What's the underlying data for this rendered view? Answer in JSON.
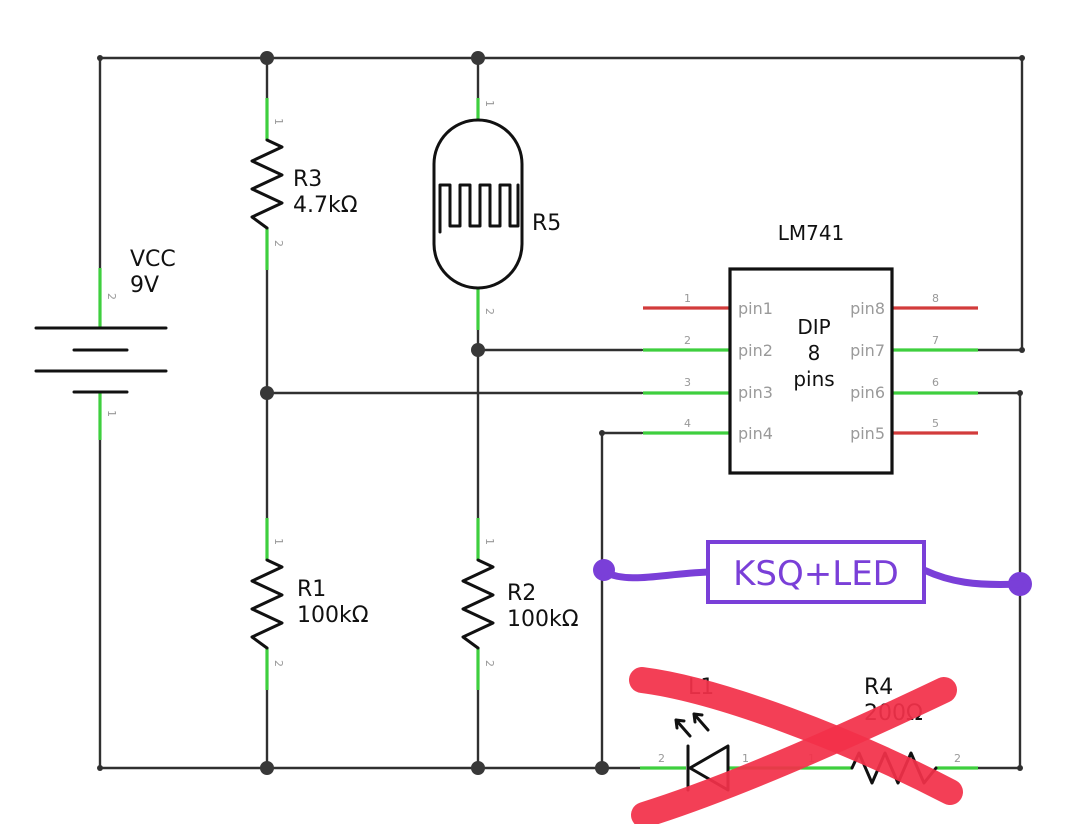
{
  "components": {
    "vcc": {
      "name": "VCC",
      "value": "9V",
      "pin_top": "2",
      "pin_bottom": "1"
    },
    "r3": {
      "name": "R3",
      "value": "4.7kΩ",
      "pin_top": "1",
      "pin_bottom": "2"
    },
    "r5": {
      "name": "R5",
      "pin_top": "1",
      "pin_bottom": "2"
    },
    "r1": {
      "name": "R1",
      "value": "100kΩ",
      "pin_top": "1",
      "pin_bottom": "2"
    },
    "r2": {
      "name": "R2",
      "value": "100kΩ",
      "pin_top": "1",
      "pin_bottom": "2"
    },
    "l1": {
      "name": "L1",
      "pin_left": "2",
      "pin_right": "1"
    },
    "r4": {
      "name": "R4",
      "value": "200Ω",
      "pin_left": "1",
      "pin_right": "2"
    }
  },
  "ic": {
    "title": "LM741",
    "body_lines": [
      "DIP",
      "8",
      "pins"
    ],
    "left_pins": [
      {
        "num": "1",
        "name": "pin1"
      },
      {
        "num": "2",
        "name": "pin2"
      },
      {
        "num": "3",
        "name": "pin3"
      },
      {
        "num": "4",
        "name": "pin4"
      }
    ],
    "right_pins": [
      {
        "num": "8",
        "name": "pin8"
      },
      {
        "num": "7",
        "name": "pin7"
      },
      {
        "num": "6",
        "name": "pin6"
      },
      {
        "num": "5",
        "name": "pin5"
      }
    ]
  },
  "annotation": {
    "label": "KSQ+LED",
    "color": "#7a3fd8"
  },
  "colors": {
    "wire": "#303030",
    "pin_connected": "#3ecf3e",
    "pin_unconnected": "#d23b3b",
    "cross_out": "#f23049"
  }
}
